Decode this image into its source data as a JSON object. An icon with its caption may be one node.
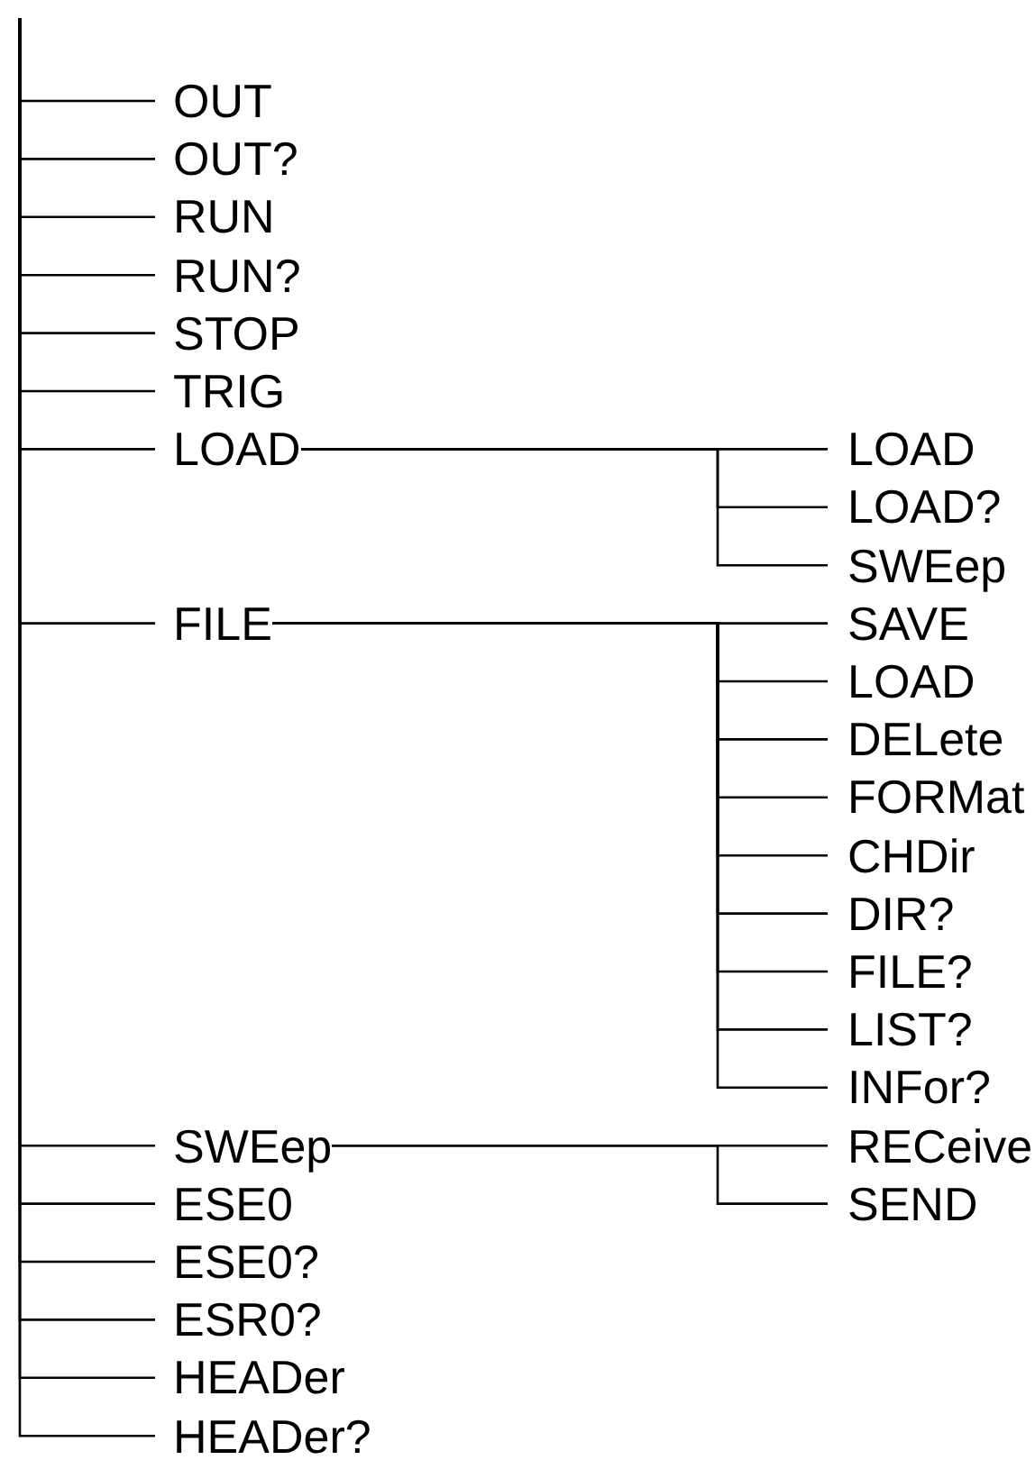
{
  "diagram": {
    "nodes": [
      {
        "text": [
          "OUT"
        ]
      },
      {
        "text": [
          "OUT?"
        ]
      },
      {
        "text": [
          "RUN"
        ]
      },
      {
        "text": [
          "RUN?"
        ]
      },
      {
        "text": [
          "STOP"
        ]
      },
      {
        "text": [
          "TRIG"
        ]
      },
      {
        "text": [
          "LOAD"
        ]
      },
      {
        "text": [
          "LOAD"
        ]
      },
      {
        "text": [
          "LOAD?"
        ]
      },
      {
        "text": [
          "SWEep"
        ]
      },
      {
        "text": [
          "FILE"
        ]
      },
      {
        "text": [
          "SAVE"
        ]
      },
      {
        "text": [
          "LOAD"
        ]
      },
      {
        "text": [
          "DELete"
        ]
      },
      {
        "text": [
          "FORMat"
        ]
      },
      {
        "text": [
          "CHDir"
        ]
      },
      {
        "text": [
          "DIR?"
        ]
      },
      {
        "text": [
          "FILE?"
        ]
      },
      {
        "text": [
          "LIST?"
        ]
      },
      {
        "text": [
          "INFor?"
        ]
      },
      {
        "text": [
          "SWEep"
        ]
      },
      {
        "text": [
          "RECeive"
        ]
      },
      {
        "text": [
          "SEND"
        ]
      },
      {
        "text": [
          "ESE0"
        ]
      },
      {
        "text": [
          "ESE0?"
        ]
      },
      {
        "text": [
          "ESR0?"
        ]
      },
      {
        "text": [
          "HEADer"
        ]
      },
      {
        "text": [
          "HEADer?"
        ]
      }
    ],
    "edges": [
      {
        "from": null,
        "to": 0,
        "arrow": "none"
      },
      {
        "from": null,
        "to": 1,
        "arrow": "none"
      },
      {
        "from": null,
        "to": 2,
        "arrow": "none"
      },
      {
        "from": null,
        "to": 3,
        "arrow": "none"
      },
      {
        "from": null,
        "to": 4,
        "arrow": "none"
      },
      {
        "from": null,
        "to": 5,
        "arrow": "none"
      },
      {
        "from": null,
        "to": 6,
        "arrow": "none"
      },
      {
        "from": 6,
        "to": 7,
        "arrow": "none"
      },
      {
        "from": 6,
        "to": 8,
        "arrow": "none"
      },
      {
        "from": 6,
        "to": 9,
        "arrow": "none"
      },
      {
        "from": null,
        "to": 10,
        "arrow": "none"
      },
      {
        "from": 10,
        "to": 11,
        "arrow": "none"
      },
      {
        "from": 10,
        "to": 12,
        "arrow": "none"
      },
      {
        "from": 10,
        "to": 13,
        "arrow": "none"
      },
      {
        "from": 10,
        "to": 14,
        "arrow": "none"
      },
      {
        "from": 10,
        "to": 15,
        "arrow": "none"
      },
      {
        "from": 10,
        "to": 16,
        "arrow": "none"
      },
      {
        "from": 10,
        "to": 17,
        "arrow": "none"
      },
      {
        "from": 10,
        "to": 18,
        "arrow": "none"
      },
      {
        "from": 10,
        "to": 19,
        "arrow": "none"
      },
      {
        "from": null,
        "to": 20,
        "arrow": "none"
      },
      {
        "from": 20,
        "to": 21,
        "arrow": "none"
      },
      {
        "from": 20,
        "to": 22,
        "arrow": "none"
      },
      {
        "from": null,
        "to": 23,
        "arrow": "none"
      },
      {
        "from": null,
        "to": 24,
        "arrow": "none"
      },
      {
        "from": null,
        "to": 25,
        "arrow": "none"
      },
      {
        "from": null,
        "to": 26,
        "arrow": "none"
      },
      {
        "from": null,
        "to": 27,
        "arrow": "none"
      }
    ]
  }
}
